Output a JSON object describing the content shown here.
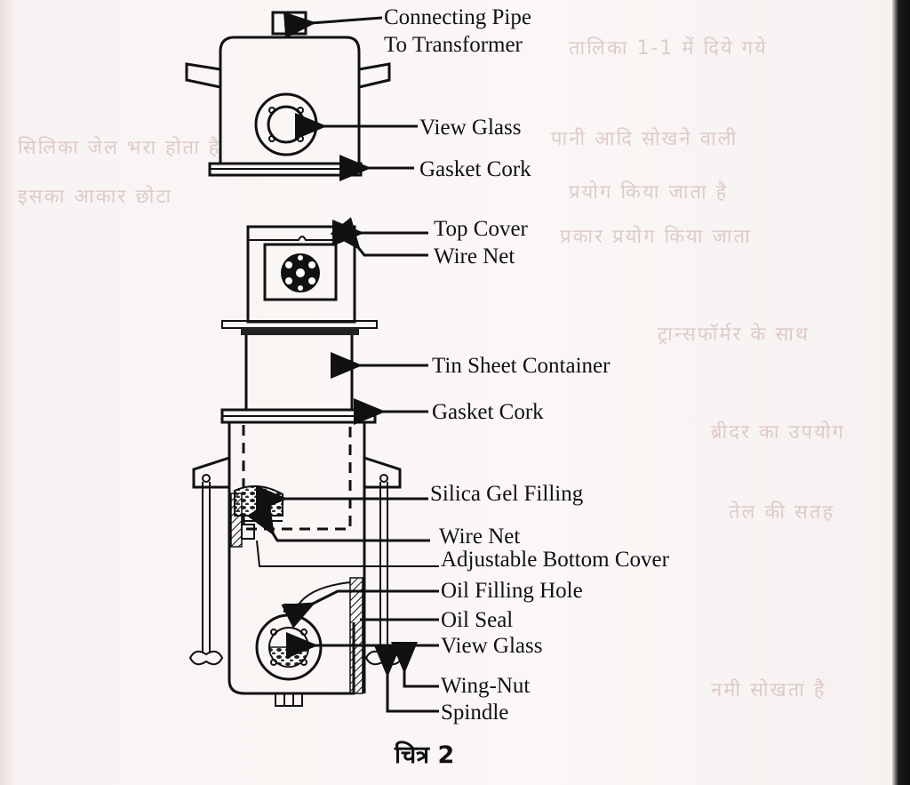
{
  "figure": {
    "caption": "चित्र 2",
    "subject": "Silica gel breather"
  },
  "labels": {
    "connecting_pipe_1": "Connecting Pipe",
    "connecting_pipe_2": "To Transformer",
    "view_glass_top": "View Glass",
    "gasket_cork_top": "Gasket Cork",
    "top_cover": "Top Cover",
    "wire_net_top": "Wire Net",
    "tin_sheet_container": "Tin Sheet Container",
    "gasket_cork_mid": "Gasket Cork",
    "silica_gel_filling": "Silica Gel Filling",
    "wire_net_bottom": "Wire Net",
    "adjustable_bottom_cover": "Adjustable Bottom Cover",
    "oil_filling_hole": "Oil Filling Hole",
    "oil_seal": "Oil Seal",
    "view_glass_bottom": "View Glass",
    "wing_nut": "Wing-Nut",
    "spindle": "Spindle"
  },
  "background_text": {
    "line_1": "तालिका 1-1 में दिये गये",
    "line_2": "पानी आदि सोखने वाली",
    "line_3": "प्रयोग किया जाता है",
    "line_4": "प्रकार प्रयोग किया जाता",
    "line_5": "सिलिका जेल भरा होता है",
    "line_6": "इसका आकार छोटा",
    "line_7": "ट्रान्सफॉर्मर के साथ",
    "line_8": "ब्रीदर का उपयोग",
    "line_9": "तेल की सतह",
    "line_10": "नमी सोखता है"
  }
}
